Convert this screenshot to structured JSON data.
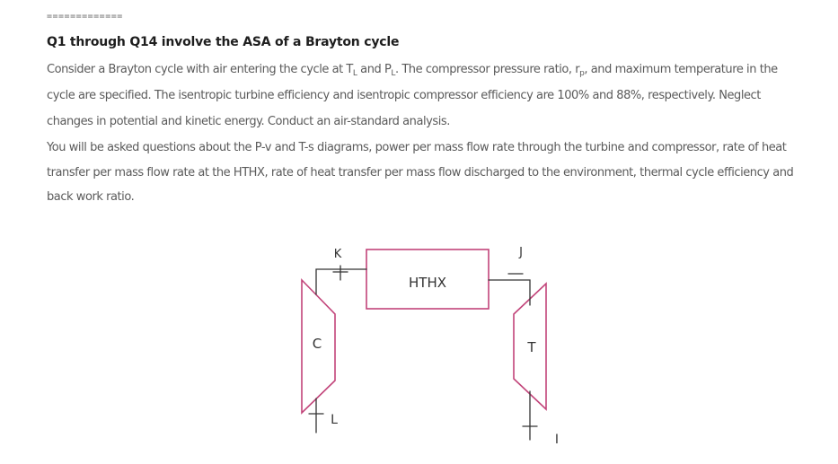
{
  "divider": "=============",
  "question": {
    "title": "Q1 through Q14 involve the ASA of a Brayton cycle",
    "p1_a": "Consider a Brayton cycle with air entering the cycle at T",
    "p1_sub_L1": "L",
    "p1_b": " and P",
    "p1_sub_L2": "L",
    "p1_c": ". The compressor pressure ratio, r",
    "p1_sub_p": "p",
    "p1_d": ", and maximum temperature in the cycle are specified. The isentropic turbine efficiency and isentropic compressor efficiency are 100% and 88%, respectively. Neglect changes in potential and kinetic energy. Conduct an air-standard analysis.",
    "p2": "You will be asked questions about the P-v and T-s diagrams, power per mass flow rate through the turbine and compressor, rate of heat transfer per mass flow rate at the HTHX, rate of heat transfer per mass flow discharged to the environment, thermal cycle efficiency and back work ratio."
  },
  "diagram": {
    "stroke_color": "#c2447a",
    "ink_color": "#333333",
    "hthx_label": "HTHX",
    "compressor_label": "C",
    "turbine_label": "T",
    "state_K": "K",
    "state_J": "J",
    "state_L": "L",
    "state_I": "I"
  }
}
